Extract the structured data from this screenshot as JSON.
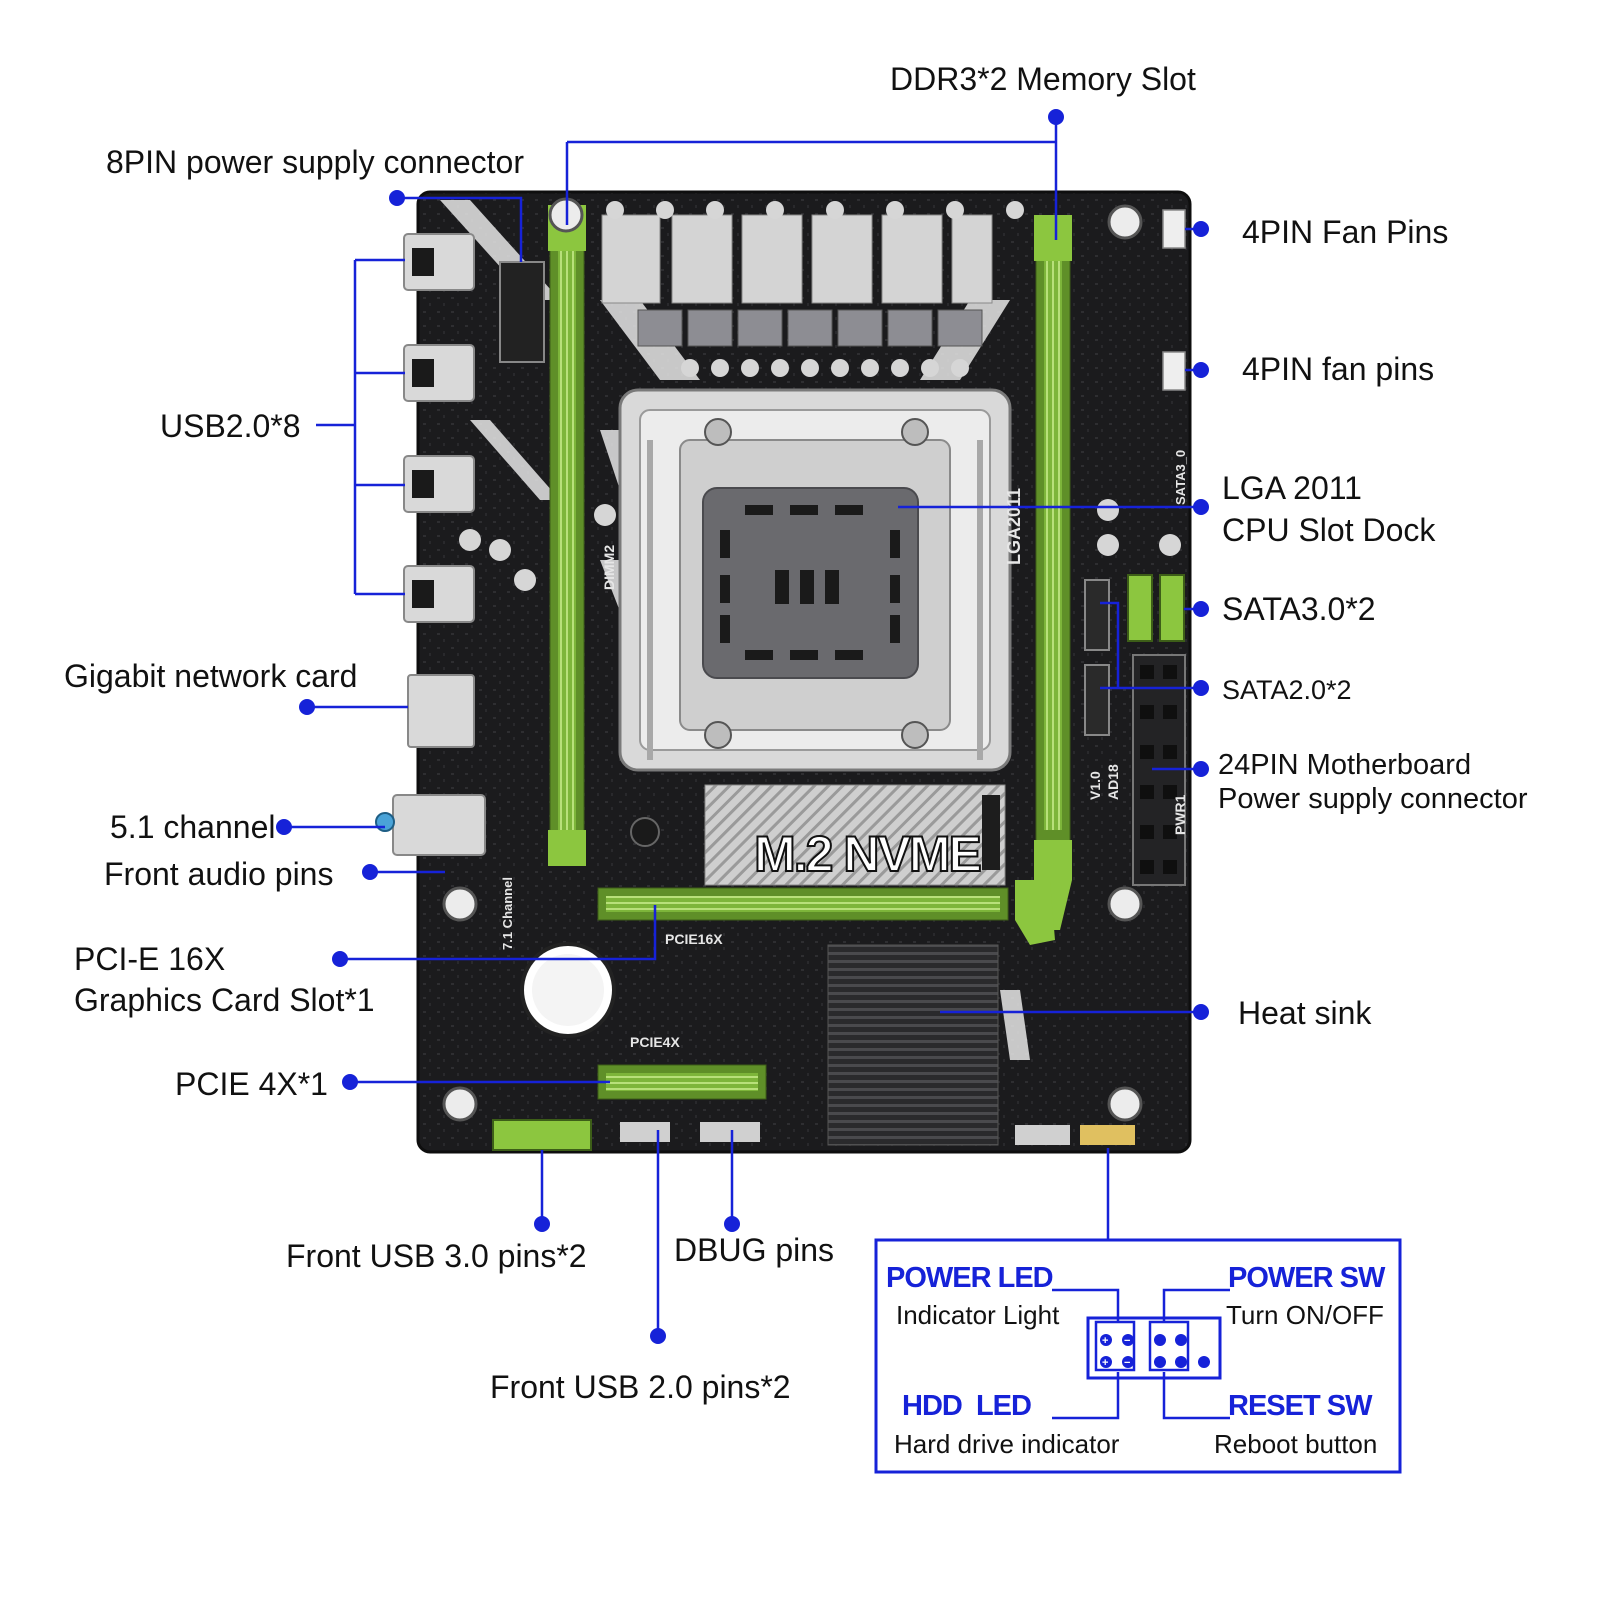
{
  "colors": {
    "callout_line": "#1622d8",
    "board": "#1c1c1e",
    "slot_green": "#8cc63f",
    "heatsink_silver": "#d9d9d9"
  },
  "board": {
    "m2_label": "M.2 NVME",
    "silk": {
      "lga": "LGA2011",
      "dimm2": "DIMM2",
      "pcie16": "PCIE16X",
      "pcie4": "PCIE4X",
      "pwr": "PWR1",
      "ver": "V1.0",
      "model": "AD18",
      "sata": "SATA3_0",
      "channel": "7.1 Channel"
    }
  },
  "callouts": {
    "ddr3": "DDR3*2 Memory Slot",
    "pin8": "8PIN power supply connector",
    "fan1": "4PIN Fan Pins",
    "fan2": "4PIN fan pins",
    "usb2": "USB2.0*8",
    "lga_line1": "LGA 2011",
    "lga_line2": "CPU Slot Dock",
    "sata3": "SATA3.0*2",
    "sata2": "SATA2.0*2",
    "gigabit": "Gigabit network card",
    "pin24_line1": "24PIN Motherboard",
    "pin24_line2": "Power supply connector",
    "audio51": "5.1 channel",
    "front_audio": "Front audio pins",
    "pcie16_line1": "PCI-E 16X",
    "pcie16_line2": "Graphics Card Slot*1",
    "heatsink": "Heat sink",
    "pcie4": "PCIE 4X*1",
    "usb30": "Front USB 3.0 pins*2",
    "dbug": "DBUG pins",
    "usb20": "Front USB 2.0 pins*2"
  },
  "panel": {
    "power_led": "POWER LED",
    "power_led_sub": "Indicator Light",
    "power_sw": "POWER SW",
    "power_sw_sub": "Turn ON/OFF",
    "hdd_led": "HDD  LED",
    "hdd_led_sub": "Hard drive indicator",
    "reset_sw": "RESET SW",
    "reset_sw_sub": "Reboot button"
  }
}
